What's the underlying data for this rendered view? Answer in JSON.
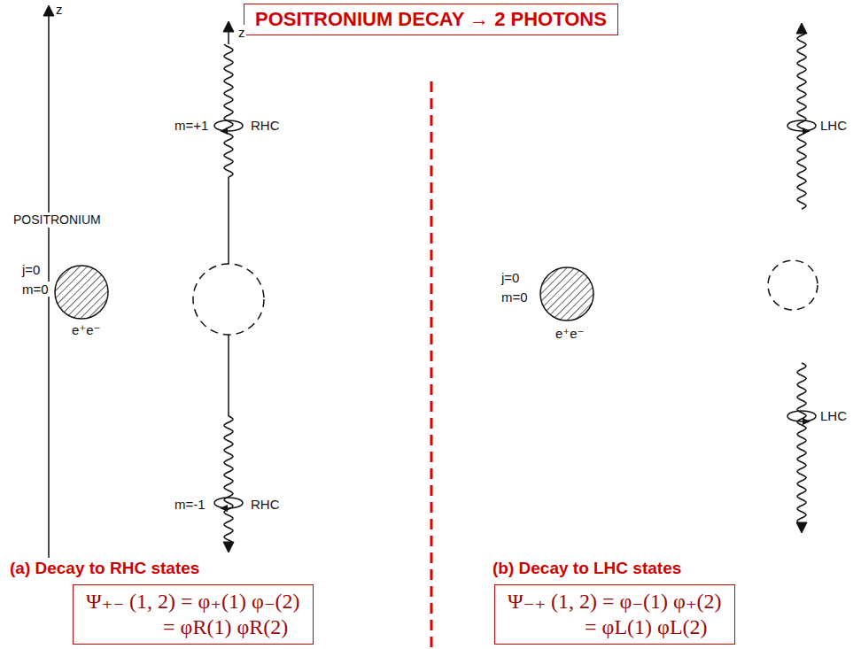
{
  "diagram": {
    "title": "POSITRONIUM DECAY → 2 PHOTONS",
    "nodes": [
      {
        "text": [
          "(a) Decay to RHC states",
          "Ψ₊₋ (1, 2) = φ₊(1) φ₋(2)",
          "= φR(1) φR(2)"
        ]
      },
      {
        "text": [
          "(b) Decay to LHC states",
          "Ψ₋₊ (1, 2) = φ₋(1) φ₊(2)",
          "= φL(1) φL(2)"
        ]
      }
    ],
    "labels": [
      "z",
      "z",
      "POSITRONIUM",
      "j=0",
      "m=0",
      "e⁺e⁻",
      "m=+1",
      "RHC",
      "m=-1",
      "RHC",
      "j=0",
      "m=0",
      "e⁺e⁻",
      "LHC",
      "LHC"
    ]
  }
}
